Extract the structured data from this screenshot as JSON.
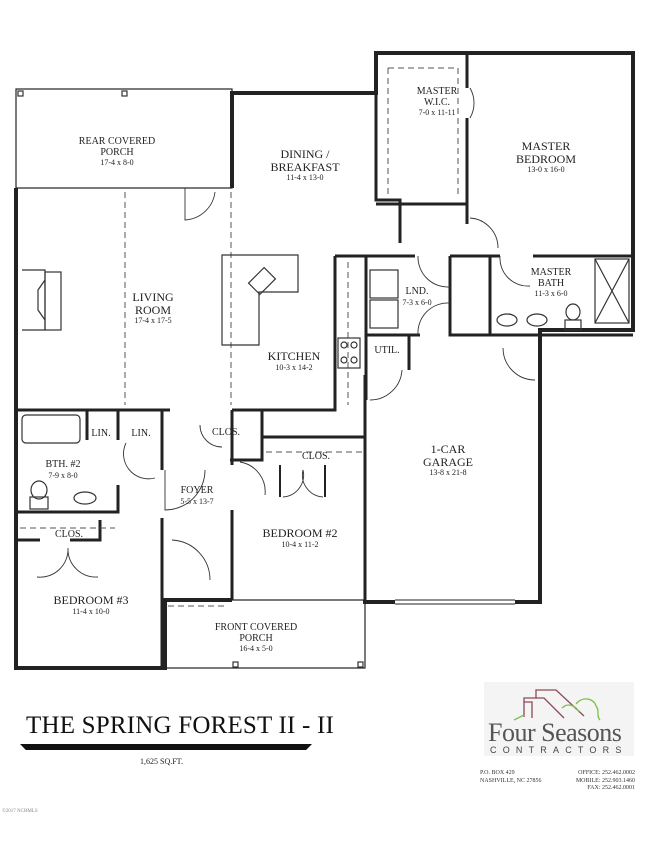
{
  "plan": {
    "title": "THE SPRING FOREST II - II",
    "square_footage": "1,625 SQ.FT.",
    "copyright": "©2017 NCRMLS"
  },
  "rooms": [
    {
      "id": "rear-covered-porch",
      "name1": "REAR COVERED",
      "name2": "PORCH",
      "dims": "17-4 x 8-0"
    },
    {
      "id": "dining-breakfast",
      "name1": "DINING /",
      "name2": "BREAKFAST",
      "dims": "11-4 x 13-0"
    },
    {
      "id": "master-wic",
      "name1": "MASTER",
      "name2": "W.I.C.",
      "dims": "7-0 x 11-11"
    },
    {
      "id": "master-bedroom",
      "name1": "MASTER",
      "name2": "BEDROOM",
      "dims": "13-0 x 16-0"
    },
    {
      "id": "living-room",
      "name1": "LIVING",
      "name2": "ROOM",
      "dims": "17-4 x 17-5"
    },
    {
      "id": "kitchen",
      "name1": "KITCHEN",
      "name2": "",
      "dims": "10-3 x 14-2"
    },
    {
      "id": "laundry",
      "name1": "LND.",
      "name2": "",
      "dims": "7-3 x 6-0"
    },
    {
      "id": "master-bath",
      "name1": "MASTER",
      "name2": "BATH",
      "dims": "11-3 x 6-0"
    },
    {
      "id": "utility",
      "name1": "UTIL.",
      "name2": "",
      "dims": ""
    },
    {
      "id": "linen-1",
      "name1": "LIN.",
      "name2": "",
      "dims": ""
    },
    {
      "id": "linen-2",
      "name1": "LIN.",
      "name2": "",
      "dims": ""
    },
    {
      "id": "foyer-closet",
      "name1": "CLOS.",
      "name2": "",
      "dims": ""
    },
    {
      "id": "bath-2",
      "name1": "BTH. #2",
      "name2": "",
      "dims": "7-9 x 8-0"
    },
    {
      "id": "bedroom-2-closet",
      "name1": "CLOS.",
      "name2": "",
      "dims": ""
    },
    {
      "id": "garage",
      "name1": "1-CAR",
      "name2": "GARAGE",
      "dims": "13-8 x 21-8"
    },
    {
      "id": "foyer",
      "name1": "FOYER",
      "name2": "",
      "dims": "5-5 x 13-7"
    },
    {
      "id": "bedroom-3-closet",
      "name1": "CLOS.",
      "name2": "",
      "dims": ""
    },
    {
      "id": "bedroom-2",
      "name1": "BEDROOM #2",
      "name2": "",
      "dims": "10-4 x 11-2"
    },
    {
      "id": "bedroom-3",
      "name1": "BEDROOM #3",
      "name2": "",
      "dims": "11-4 x 10-0"
    },
    {
      "id": "front-covered-porch",
      "name1": "FRONT COVERED",
      "name2": "PORCH",
      "dims": "16-4 x 5-0"
    }
  ],
  "builder": {
    "logo_word": "Four Seasons",
    "logo_sub": "CONTRACTORS",
    "address_line1": "P.O. BOX 429",
    "address_line2": "NASHVILLE, NC 27856",
    "office": "OFFICE:  252.462.0002",
    "mobile": "MOBILE:  252.903.1460",
    "fax": "FAX:  252.462.0001",
    "colors": {
      "roof": "#8a4a55",
      "trees": "#7cc04a",
      "text": "#555555"
    }
  }
}
